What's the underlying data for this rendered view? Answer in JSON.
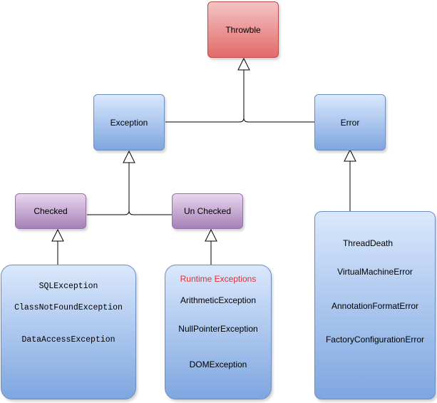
{
  "nodes": {
    "throwble": "Throwble",
    "exception": "Exception",
    "error": "Error",
    "checked": "Checked",
    "unchecked": "Un Checked"
  },
  "checked_list": [
    "SQLException",
    "ClassNotFoundException",
    "DataAccessException"
  ],
  "unchecked_list": {
    "heading": "Runtime Exceptions",
    "items": [
      "ArithmeticException",
      "NullPointerException",
      "DOMException"
    ]
  },
  "error_list": [
    "ThreadDeath",
    "VirtualMachineError",
    "AnnotationFormatError",
    "FactoryConfigurationError"
  ],
  "colors": {
    "throwble_fill": "#e36a6a",
    "blue_fill": "#7ea6e0",
    "purple_fill": "#a680b8",
    "runtime_heading": "#e03030"
  }
}
